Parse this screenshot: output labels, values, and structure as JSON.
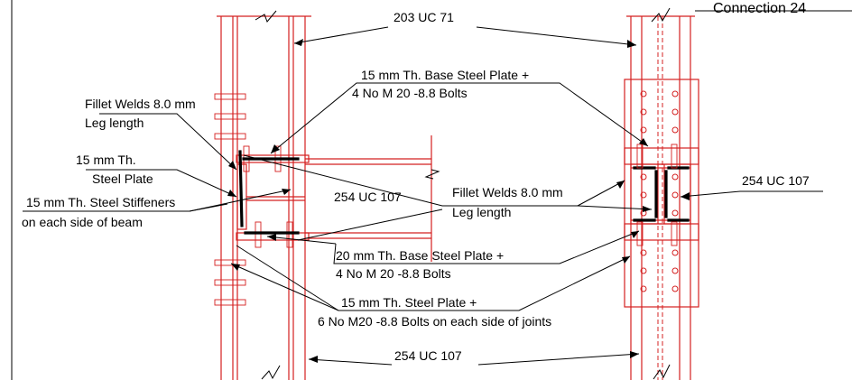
{
  "title": "Connection 24",
  "members": {
    "column_top": "203 UC 71",
    "column_bottom": "254 UC 107",
    "beam": "254 UC 107",
    "section_right": "254 UC 107"
  },
  "callouts": {
    "base_plate_top": [
      "15 mm Th. Base Steel Plate +",
      "4 No M 20 -8.8 Bolts"
    ],
    "fillet_weld_left": [
      "Fillet Welds 8.0 mm",
      "Leg length"
    ],
    "steel_plate_left": [
      "15 mm Th.",
      "Steel Plate"
    ],
    "stiffeners": [
      "15 mm Th. Steel Stiffeners",
      "on each side of beam"
    ],
    "fillet_weld_center": [
      "Fillet Welds 8.0 mm",
      "Leg length"
    ],
    "base_plate_bottom": [
      "20 mm Th. Base Steel Plate +",
      "4 No M 20 -8.8 Bolts"
    ],
    "splice_plate": [
      "15 mm Th. Steel Plate +",
      "6 No M20 -8.8 Bolts on each side of joints"
    ]
  },
  "colors": {
    "linework": "#d42020",
    "annotation": "#000000",
    "background": "#ffffff"
  }
}
